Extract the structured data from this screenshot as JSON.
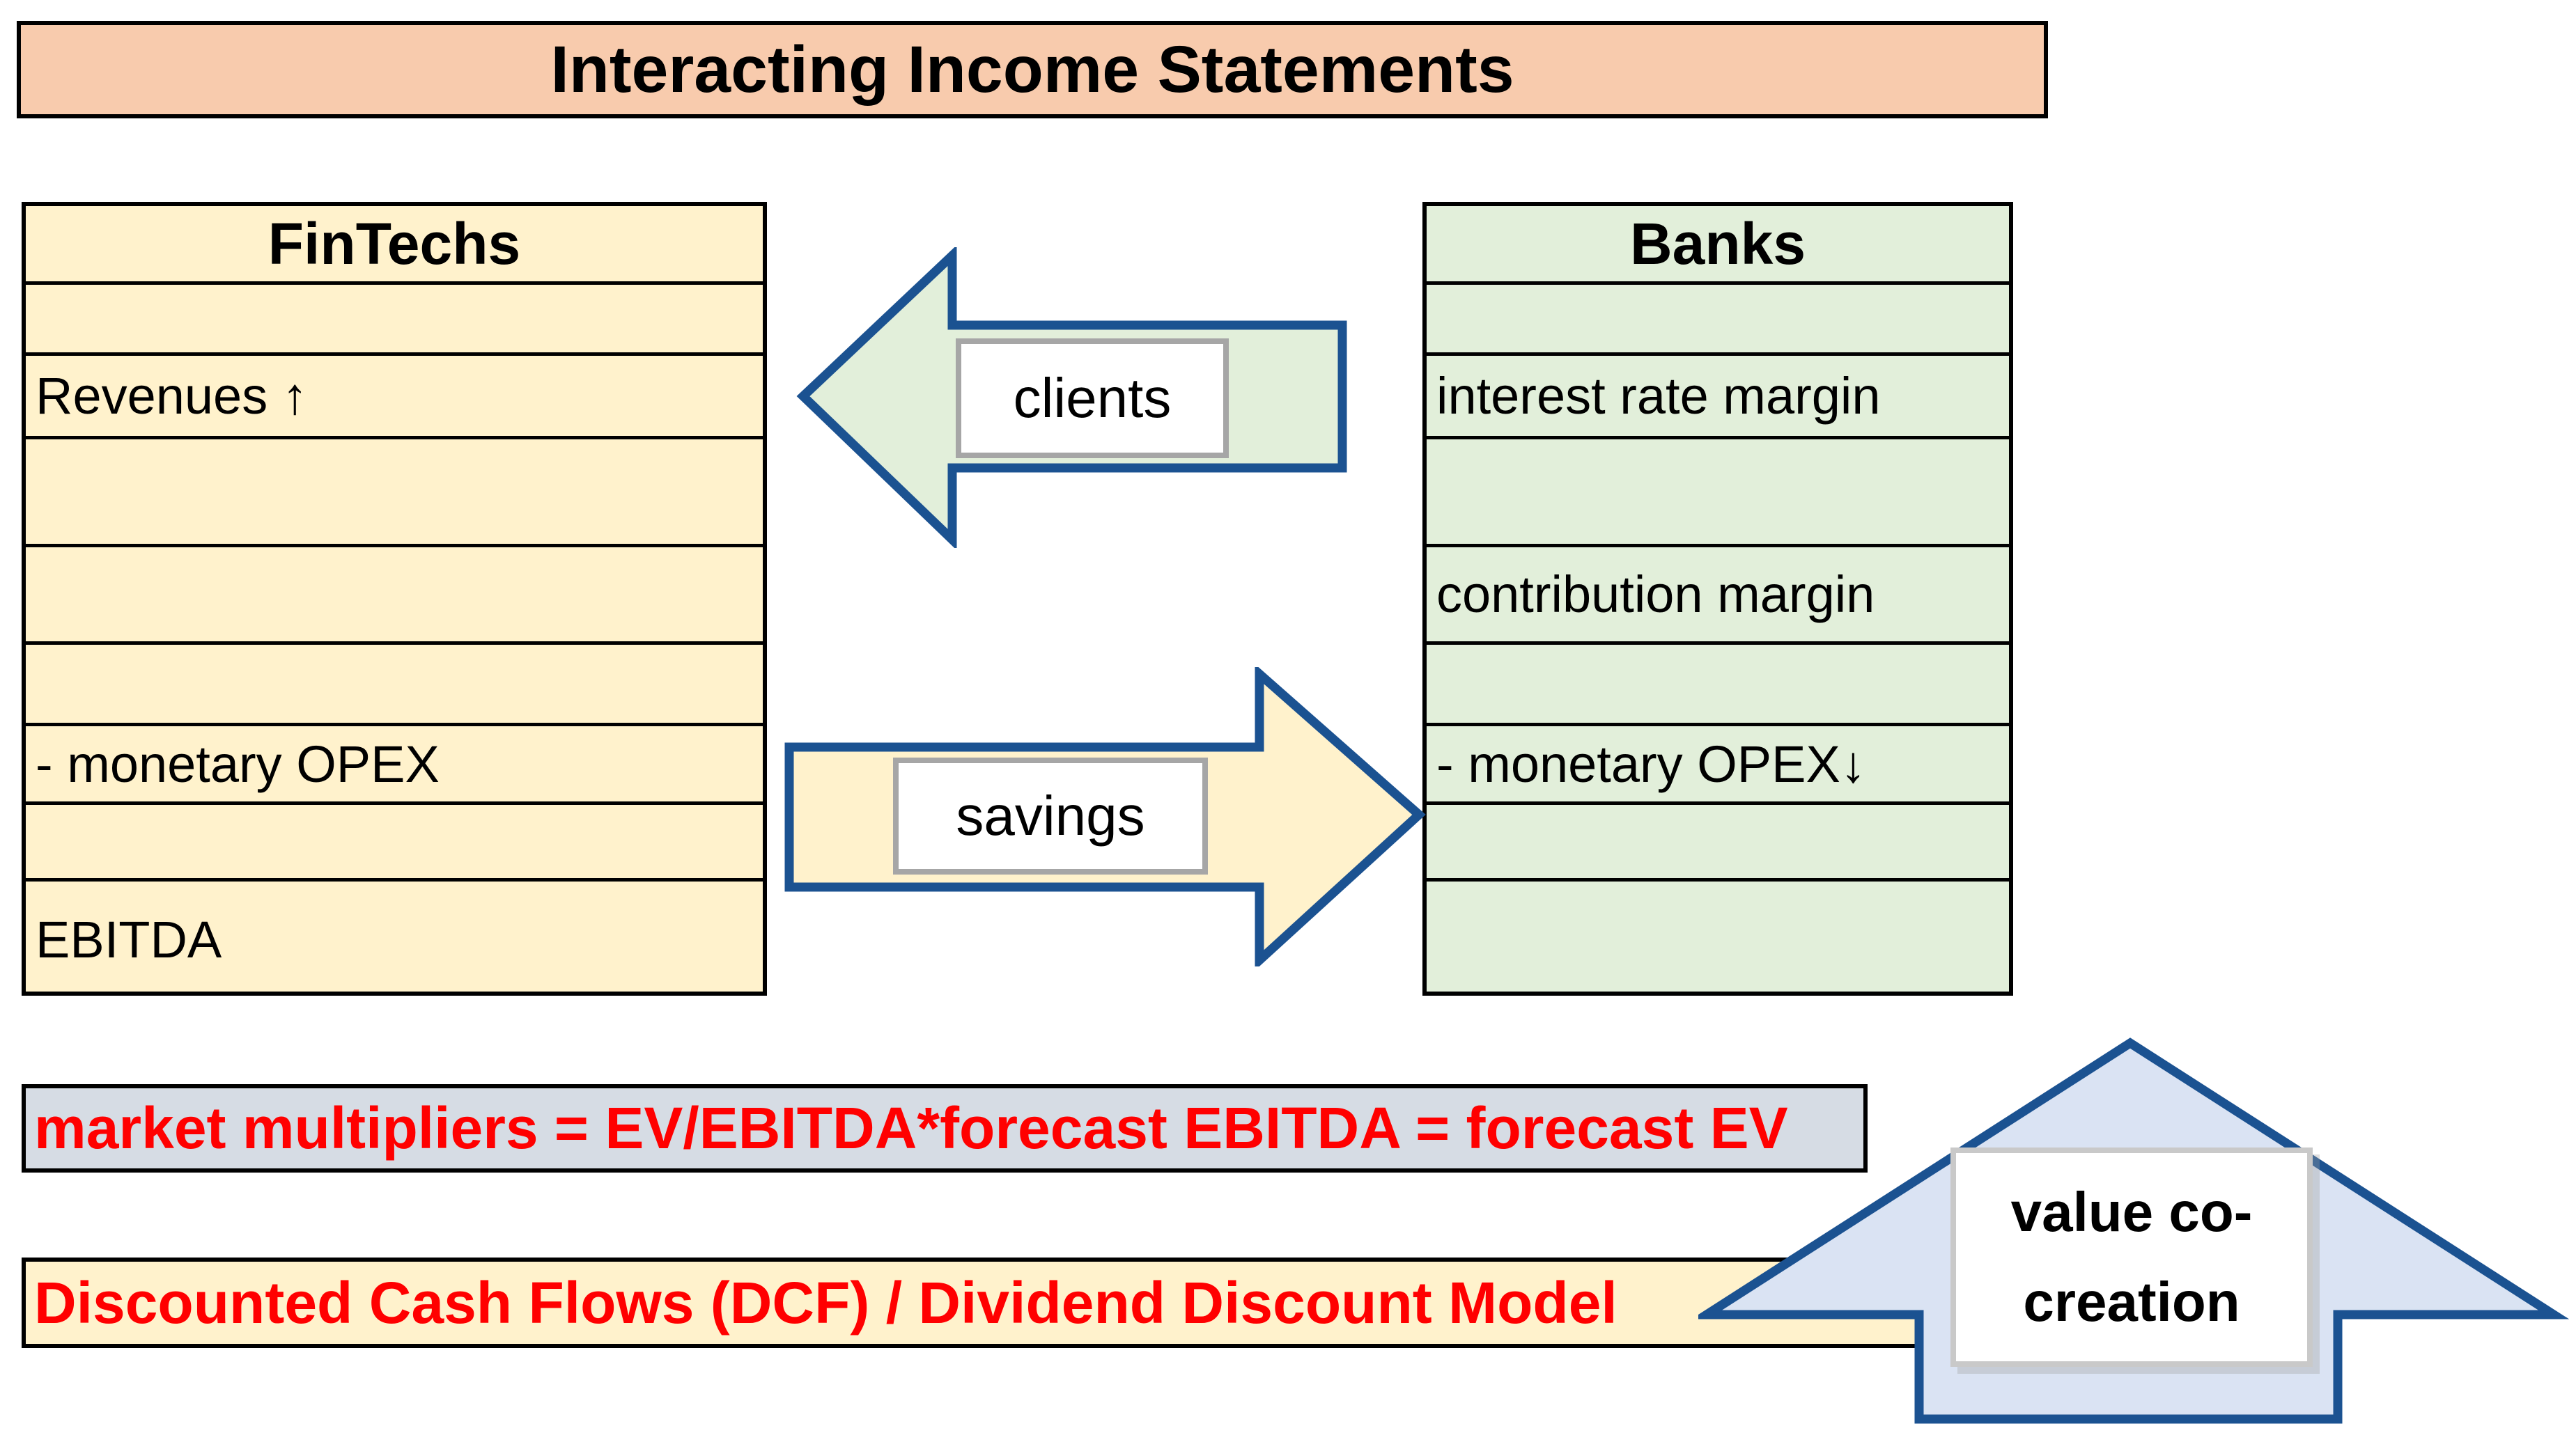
{
  "title": "Interacting Income Statements",
  "tables": {
    "fintechs": {
      "header": "FinTechs",
      "rows": [
        "",
        "Revenues ↑",
        "",
        "",
        "",
        "- monetary OPEX",
        "",
        "EBITDA"
      ]
    },
    "banks": {
      "header": "Banks",
      "rows": [
        "",
        "interest rate margin",
        "",
        "contribution margin",
        "",
        "- monetary OPEX↓",
        "",
        ""
      ]
    }
  },
  "arrows": {
    "clients": {
      "label": "clients",
      "direction": "left",
      "fill": "#E2EFDA"
    },
    "savings": {
      "label": "savings",
      "direction": "right",
      "fill": "#FFF2CC"
    },
    "value_cocreation": {
      "label_line1": "value co-",
      "label_line2": "creation",
      "direction": "up",
      "fill": "#DAE3F3"
    }
  },
  "bars": {
    "multipliers": {
      "text": "market multipliers = EV/EBITDA*forecast EBITDA = forecast EV",
      "bg": "#D6DCE4",
      "text_color": "#FF0000"
    },
    "dcf": {
      "text": "Discounted Cash Flows (DCF) / Dividend Discount Model",
      "bg": "#FFF2CC",
      "text_color": "#FF0000"
    }
  },
  "colors": {
    "title_bg": "#F8CBAD",
    "fintechs_bg": "#FFF2CC",
    "banks_bg": "#E2EFDA",
    "arrow_border": "#1B5291",
    "black_border": "#000000",
    "red_text": "#FF0000",
    "value_arrow_fill": "#DAE3F3",
    "gray_bar_bg": "#D6DCE4"
  }
}
